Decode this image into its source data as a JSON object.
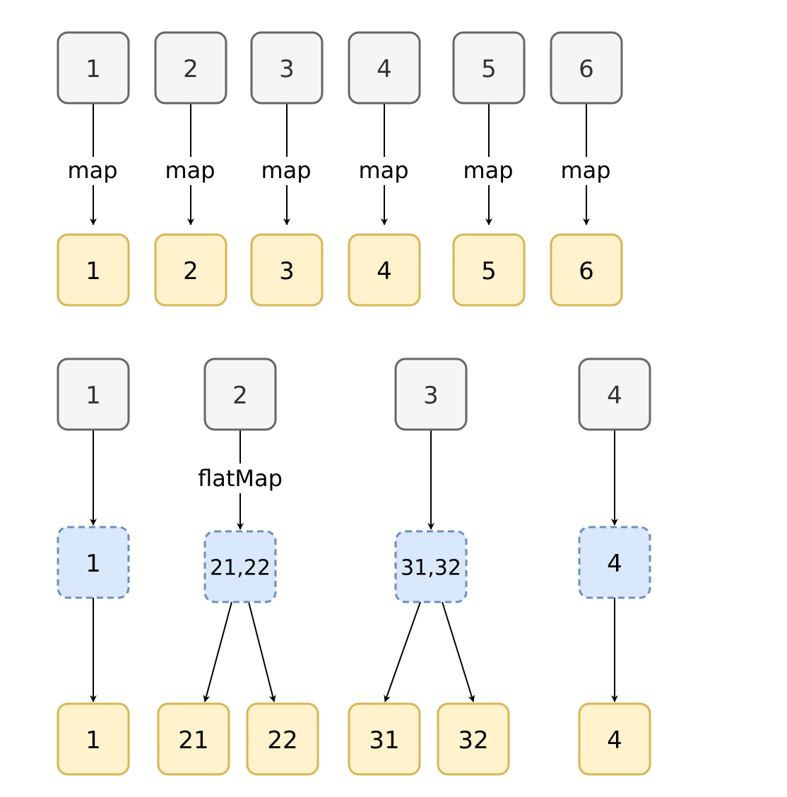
{
  "map_section": {
    "inputs": [
      "1",
      "2",
      "3",
      "4",
      "5",
      "6"
    ],
    "operation_label": "map",
    "outputs": [
      "1",
      "2",
      "3",
      "4",
      "5",
      "6"
    ]
  },
  "flatmap_section": {
    "inputs": [
      "1",
      "2",
      "3",
      "4"
    ],
    "operation_label": "flatMap",
    "intermediates": [
      "1",
      "21,22",
      "31,32",
      "4"
    ],
    "outputs": [
      "1",
      "21",
      "22",
      "31",
      "32",
      "4"
    ]
  },
  "colors": {
    "input_fill": "#f5f5f5",
    "input_stroke": "#666666",
    "output_fill": "#fff2cc",
    "output_stroke": "#d6b656",
    "intermediate_fill": "#dae8fc",
    "intermediate_stroke": "#6c8ebf",
    "edge": "#000000"
  }
}
